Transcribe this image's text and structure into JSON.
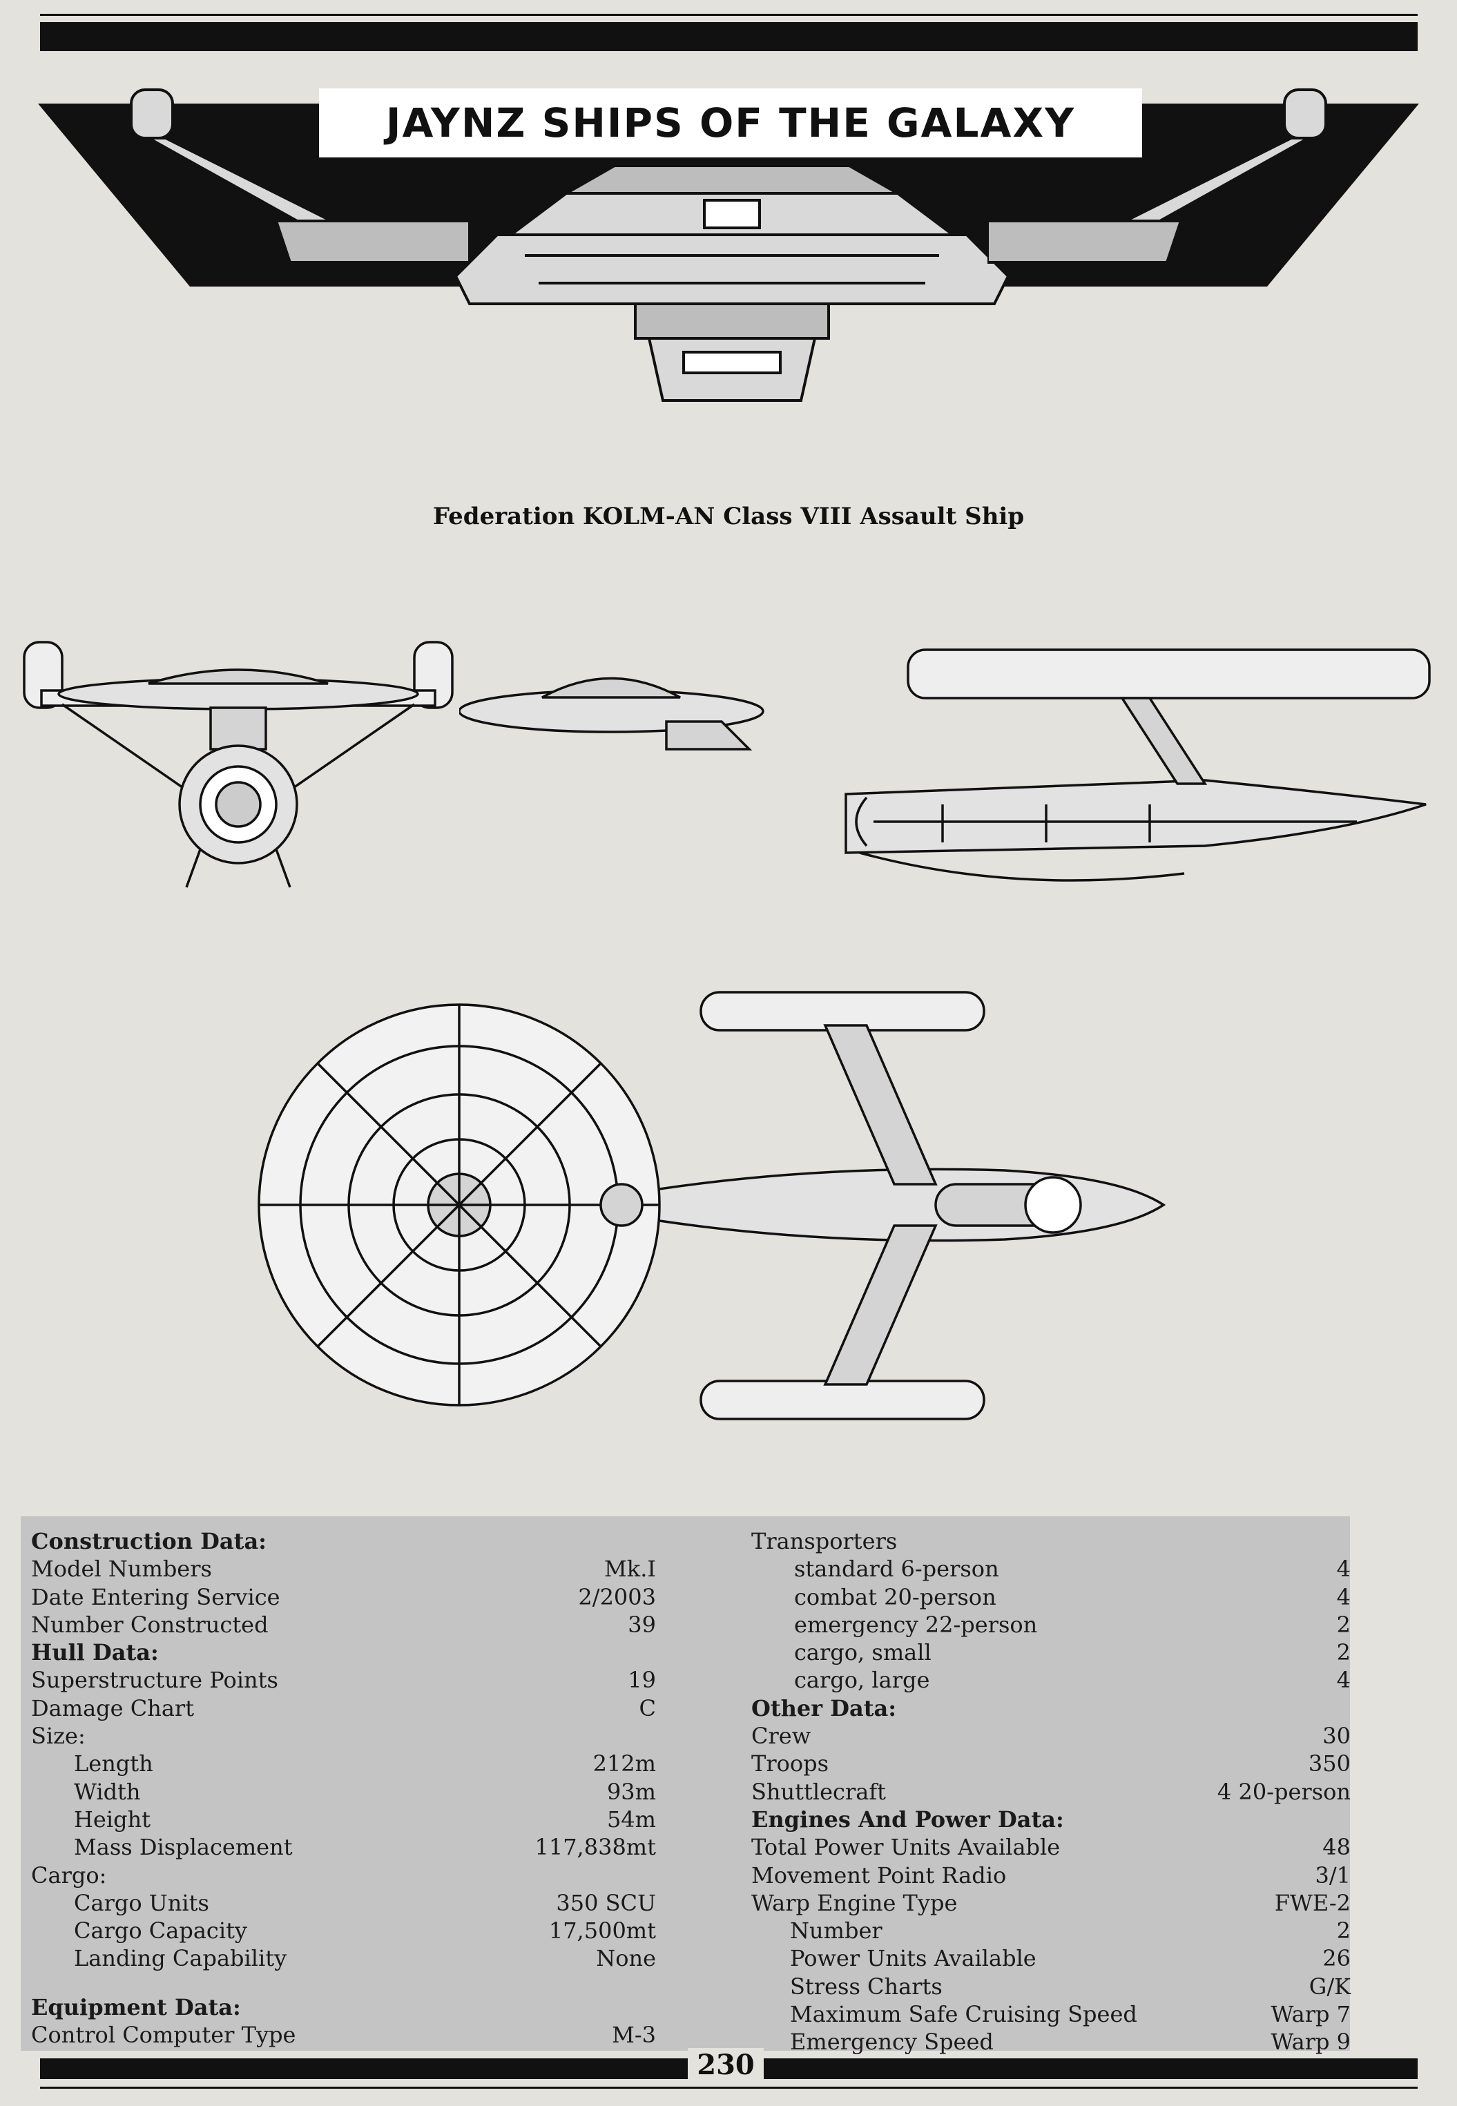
{
  "header": {
    "title": "JAYNZ SHIPS OF THE GALAXY"
  },
  "caption": "Federation KOLM-AN Class VIII Assault Ship",
  "page_number": "230",
  "construction": {
    "heading": "Construction Data:",
    "rows": [
      {
        "label": "Model Numbers",
        "value": "Mk.I"
      },
      {
        "label": "Date Entering Service",
        "value": "2/2003"
      },
      {
        "label": "Number Constructed",
        "value": "39"
      }
    ]
  },
  "hull": {
    "heading": "Hull Data:",
    "rows": [
      {
        "label": "Superstructure Points",
        "value": "19"
      },
      {
        "label": "Damage Chart",
        "value": "C"
      }
    ],
    "size_label": "Size:",
    "size": [
      {
        "label": "Length",
        "value": "212m"
      },
      {
        "label": "Width",
        "value": "93m"
      },
      {
        "label": "Height",
        "value": "54m"
      },
      {
        "label": "Mass Displacement",
        "value": "117,838mt"
      }
    ],
    "cargo_label": "Cargo:",
    "cargo": [
      {
        "label": "Cargo Units",
        "value": "350 SCU"
      },
      {
        "label": "Cargo Capacity",
        "value": "17,500mt"
      },
      {
        "label": "Landing Capability",
        "value": "None"
      }
    ]
  },
  "equipment": {
    "heading": "Equipment Data:",
    "rows": [
      {
        "label": "Control Computer Type",
        "value": "M-3"
      }
    ]
  },
  "transporters": {
    "label": "Transporters",
    "rows": [
      {
        "label": "standard 6-person",
        "value": "4"
      },
      {
        "label": "combat 20-person",
        "value": "4"
      },
      {
        "label": "emergency 22-person",
        "value": "2"
      },
      {
        "label": "cargo, small",
        "value": "2"
      },
      {
        "label": "cargo, large",
        "value": "4"
      }
    ]
  },
  "other": {
    "heading": "Other Data:",
    "rows": [
      {
        "label": "Crew",
        "value": "30"
      },
      {
        "label": "Troops",
        "value": "350"
      },
      {
        "label": "Shuttlecraft",
        "value": "4 20-person"
      }
    ]
  },
  "engines": {
    "heading": "Engines And Power Data:",
    "rows": [
      {
        "label": "Total Power Units Available",
        "value": "48"
      },
      {
        "label": "Movement Point Radio",
        "value": "3/1"
      },
      {
        "label": "Warp Engine Type",
        "value": "FWE-2"
      }
    ],
    "warp": [
      {
        "label": "Number",
        "value": "2"
      },
      {
        "label": "Power Units Available",
        "value": "26"
      },
      {
        "label": "Stress Charts",
        "value": "G/K"
      },
      {
        "label": "Maximum Safe Cruising Speed",
        "value": "Warp 7"
      },
      {
        "label": "Emergency Speed",
        "value": "Warp 9"
      }
    ]
  }
}
